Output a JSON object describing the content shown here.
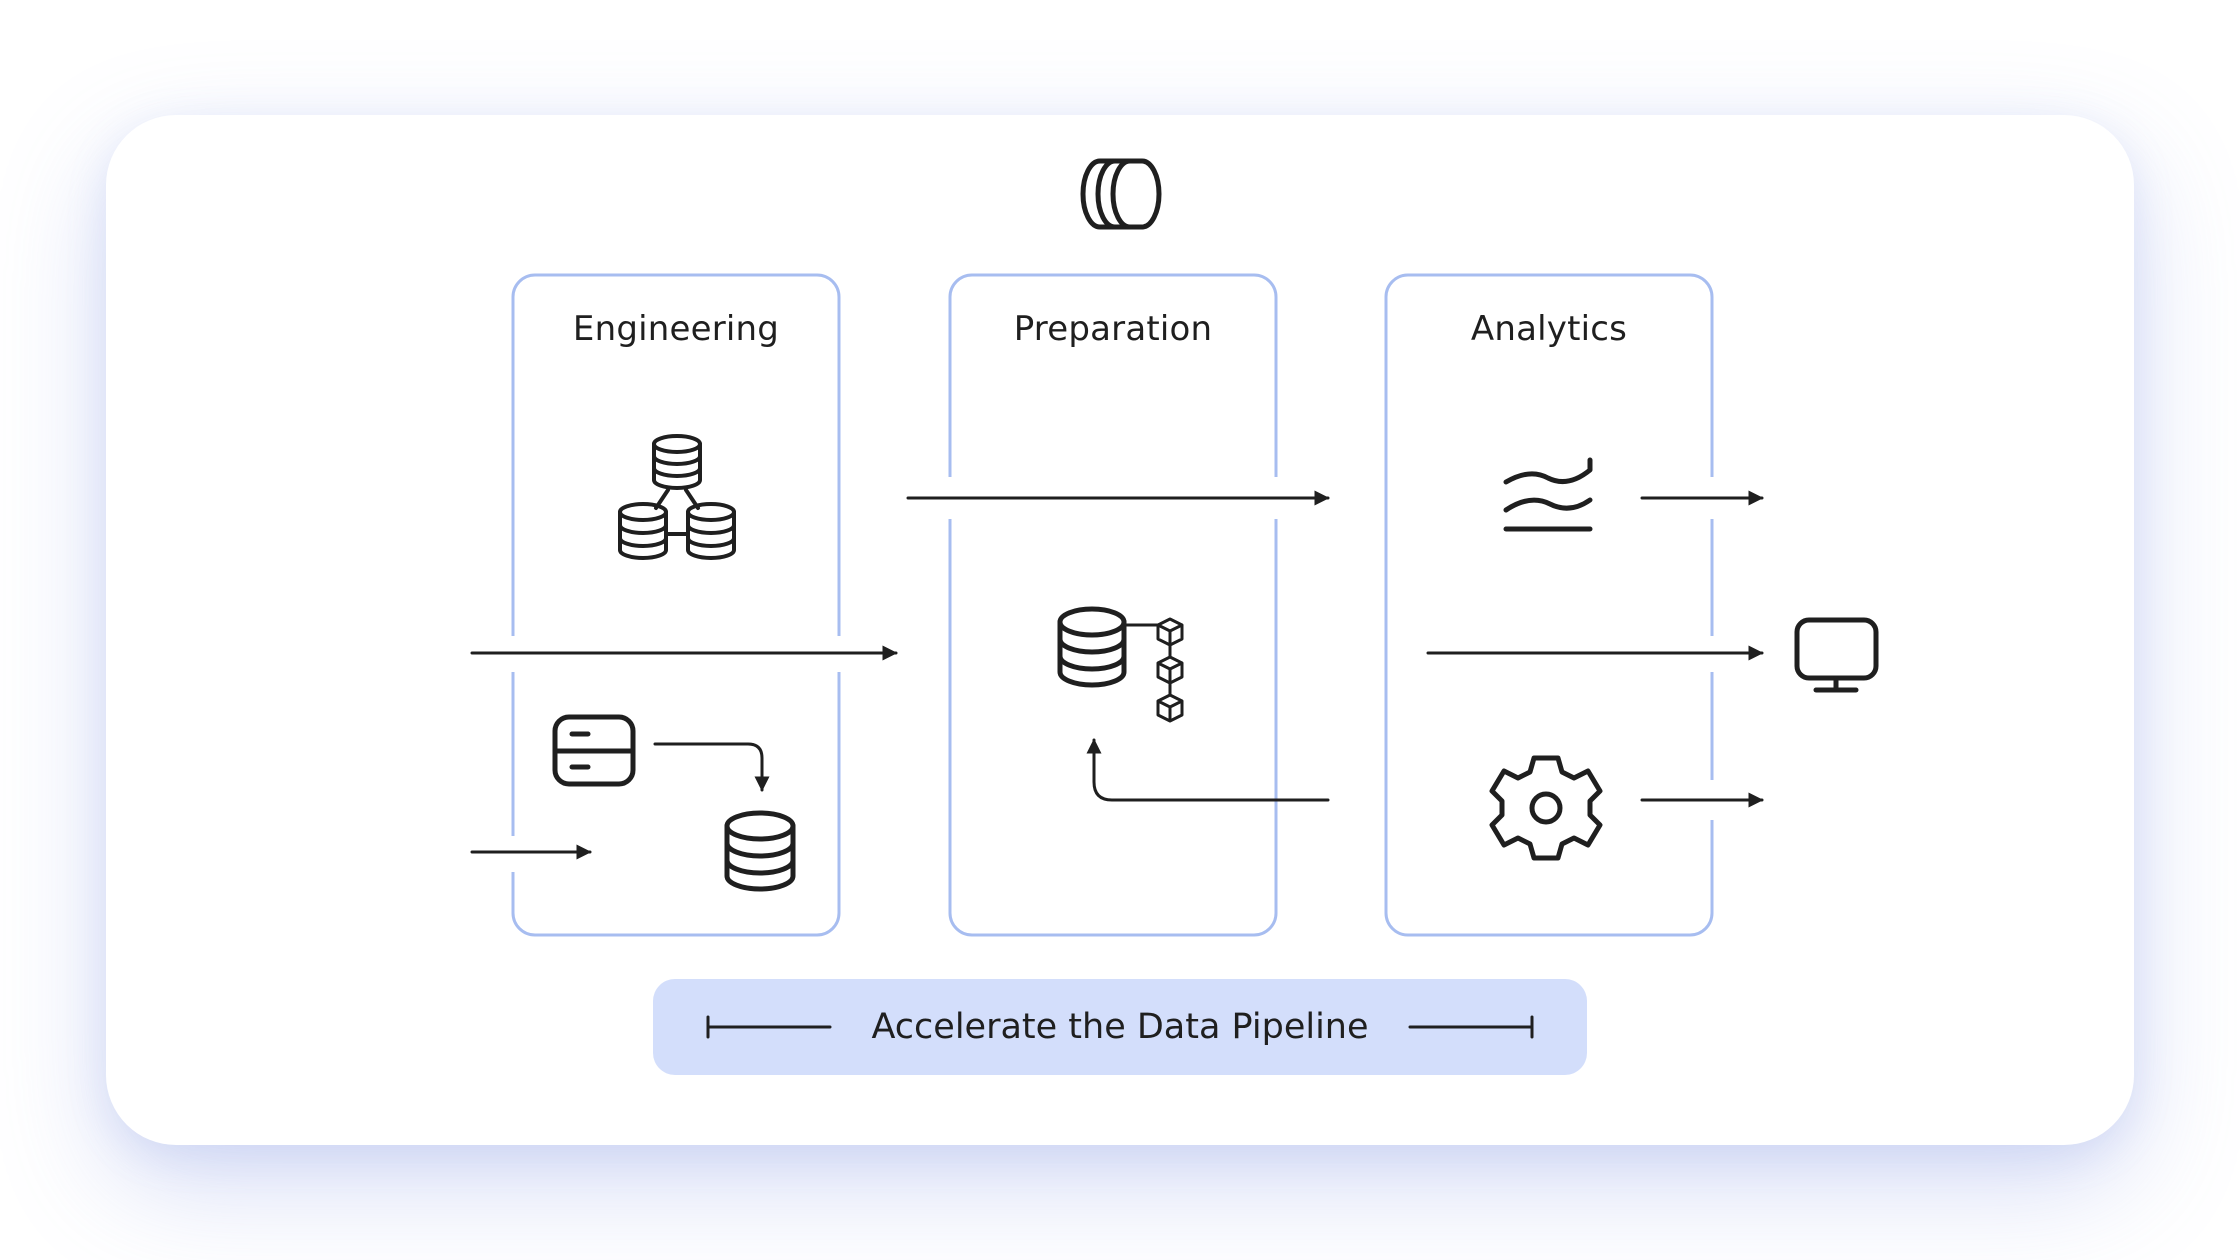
{
  "columns": [
    {
      "title": "Engineering"
    },
    {
      "title": "Preparation"
    },
    {
      "title": "Analytics"
    }
  ],
  "banner": {
    "label": "Accelerate the Data Pipeline"
  },
  "icons": {
    "top": "data-stream-icon",
    "engineering": [
      "database-cluster-icon",
      "server-icon",
      "database-icon"
    ],
    "preparation": [
      "database-blockchain-icon"
    ],
    "analytics": [
      "line-chart-icon",
      "gear-icon"
    ],
    "output": "monitor-icon"
  },
  "colors": {
    "column_border": "#a7bdf0",
    "banner_fill": "#d3defb",
    "stroke": "#1f1f1f",
    "shadow": "#8a9ee6"
  }
}
